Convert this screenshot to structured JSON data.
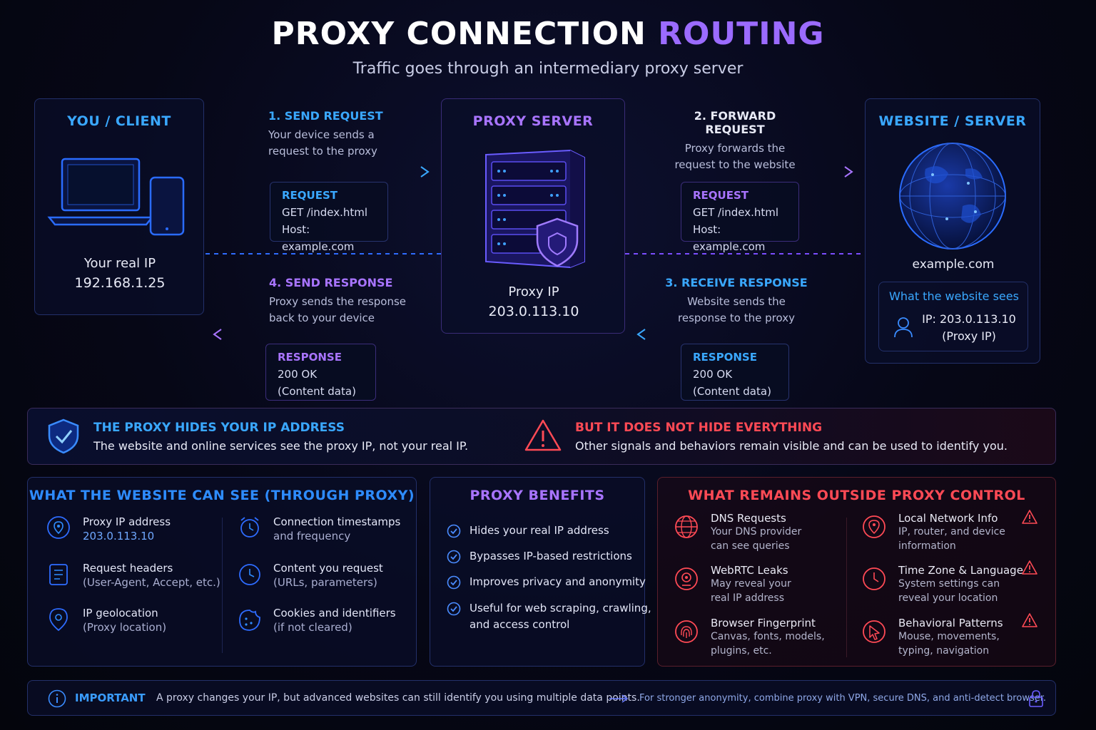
{
  "header": {
    "title_main": "PROXY CONNECTION",
    "title_accent": "ROUTING",
    "subtitle": "Traffic goes through an intermediary proxy server"
  },
  "client": {
    "heading": "YOU / CLIENT",
    "ip_label": "Your real IP",
    "ip": "192.168.1.25"
  },
  "proxy": {
    "heading": "PROXY SERVER",
    "ip_label": "Proxy IP",
    "ip": "203.0.113.10"
  },
  "website": {
    "heading": "WEBSITE / SERVER",
    "domain": "example.com",
    "sees_title": "What the website sees",
    "sees_ip": "IP: 203.0.113.10",
    "sees_note": "(Proxy IP)"
  },
  "steps": [
    {
      "title": "1. SEND REQUEST",
      "line1": "Your device sends a",
      "line2": "request to the proxy"
    },
    {
      "title": "2. FORWARD REQUEST",
      "line1": "Proxy forwards the",
      "line2": "request to the website"
    },
    {
      "title": "3. RECEIVE RESPONSE",
      "line1": "Website sends the",
      "line2": "response to the proxy"
    },
    {
      "title": "4. SEND RESPONSE",
      "line1": "Proxy sends the response",
      "line2": "back to your device"
    }
  ],
  "request_box": {
    "label": "REQUEST",
    "line1": "GET /index.html",
    "line2": "Host: example.com"
  },
  "response_box": {
    "label": "RESPONSE",
    "line1": "200 OK",
    "line2": "(Content data)"
  },
  "banner": {
    "left_title": "THE PROXY HIDES YOUR IP ADDRESS",
    "left_text": "The website and online services see the proxy IP, not your real IP.",
    "right_title": "BUT IT DOES NOT HIDE EVERYTHING",
    "right_text": "Other signals and behaviors remain visible and can be used to identify you."
  },
  "can_see": {
    "heading": "WHAT THE WEBSITE CAN SEE (THROUGH PROXY)",
    "items": [
      {
        "title": "Proxy IP address",
        "sub": "203.0.113.10",
        "icon": "location-pin-icon"
      },
      {
        "title": "Request headers",
        "sub": "(User-Agent, Accept, etc.)",
        "icon": "document-icon"
      },
      {
        "title": "IP geolocation",
        "sub": "(Proxy location)",
        "icon": "map-pin-icon"
      },
      {
        "title": "Connection timestamps",
        "sub": "and frequency",
        "icon": "alarm-clock-icon"
      },
      {
        "title": "Content you request",
        "sub": "(URLs, parameters)",
        "icon": "clock-icon"
      },
      {
        "title": "Cookies and identifiers",
        "sub": "(if not cleared)",
        "icon": "cookie-icon"
      }
    ]
  },
  "benefits": {
    "heading": "PROXY BENEFITS",
    "items": [
      "Hides your real IP address",
      "Bypasses IP-based restrictions",
      "Improves privacy and anonymity",
      "Useful for web scraping, crawling,"
    ],
    "last_cont": "and access control"
  },
  "outside": {
    "heading": "WHAT REMAINS OUTSIDE PROXY CONTROL",
    "left": [
      {
        "title": "DNS Requests",
        "l1": "Your DNS provider",
        "l2": "can see queries",
        "icon": "globe-icon"
      },
      {
        "title": "WebRTC Leaks",
        "l1": "May reveal your",
        "l2": "real IP address",
        "icon": "webcam-icon"
      },
      {
        "title": "Browser Fingerprint",
        "l1": "Canvas, fonts, models,",
        "l2": "plugins, etc.",
        "icon": "fingerprint-icon"
      }
    ],
    "right": [
      {
        "title": "Local Network Info",
        "l1": "IP, router, and device",
        "l2": "information",
        "icon": "network-icon"
      },
      {
        "title": "Time Zone & Language",
        "l1": "System settings can",
        "l2": "reveal your location",
        "icon": "clock-icon"
      },
      {
        "title": "Behavioral Patterns",
        "l1": "Mouse, movements,",
        "l2": "typing, navigation",
        "icon": "cursor-icon"
      }
    ]
  },
  "footer": {
    "label": "IMPORTANT",
    "text1": "A proxy changes your IP, but advanced websites can still identify you using multiple data points.",
    "text2": "For stronger anonymity, combine proxy with VPN, secure DNS, and anti-detect browser."
  },
  "colors": {
    "blue": "#2e8cff",
    "violet": "#9b6bff",
    "red": "#ff4a55",
    "background": "#05060f"
  }
}
